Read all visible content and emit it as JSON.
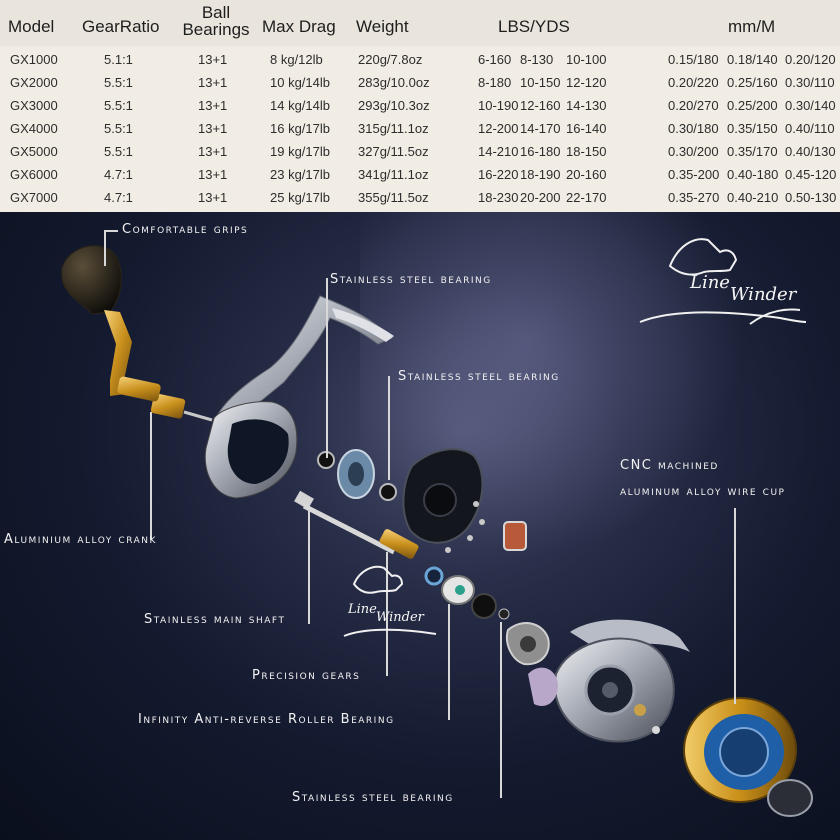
{
  "spec_table": {
    "headers": {
      "model": "Model",
      "gear_ratio": "GearRatio",
      "ball_bearings_1": "Ball",
      "ball_bearings_2": "Bearings",
      "max_drag": "Max Drag",
      "weight": "Weight",
      "lbs_yds": "LBS/YDS",
      "mm_m": "mm/M"
    },
    "rows": [
      {
        "model": "GX1000",
        "ratio": "5.1:1",
        "bearings": "13+1",
        "drag": "8 kg/12lb",
        "weight": "220g/7.8oz",
        "lbs1": "6-160",
        "lbs2": "8-130",
        "lbs3": "10-100",
        "mm1": "0.15/180",
        "mm2": "0.18/140",
        "mm3": "0.20/120"
      },
      {
        "model": "GX2000",
        "ratio": "5.5:1",
        "bearings": "13+1",
        "drag": "10 kg/14lb",
        "weight": "283g/10.0oz",
        "lbs1": "8-180",
        "lbs2": "10-150",
        "lbs3": "12-120",
        "mm1": "0.20/220",
        "mm2": "0.25/160",
        "mm3": "0.30/110"
      },
      {
        "model": "GX3000",
        "ratio": "5.5:1",
        "bearings": "13+1",
        "drag": "14 kg/14lb",
        "weight": "293g/10.3oz",
        "lbs1": "10-190",
        "lbs2": "12-160",
        "lbs3": "14-130",
        "mm1": "0.20/270",
        "mm2": "0.25/200",
        "mm3": "0.30/140"
      },
      {
        "model": "GX4000",
        "ratio": "5.5:1",
        "bearings": "13+1",
        "drag": "16 kg/17lb",
        "weight": "315g/11.1oz",
        "lbs1": "12-200",
        "lbs2": "14-170",
        "lbs3": "16-140",
        "mm1": "0.30/180",
        "mm2": "0.35/150",
        "mm3": "0.40/110"
      },
      {
        "model": "GX5000",
        "ratio": "5.5:1",
        "bearings": "13+1",
        "drag": "19 kg/17lb",
        "weight": "327g/11.5oz",
        "lbs1": "14-210",
        "lbs2": "16-180",
        "lbs3": "18-150",
        "mm1": "0.30/200",
        "mm2": "0.35/170",
        "mm3": "0.40/130"
      },
      {
        "model": "GX6000",
        "ratio": "4.7:1",
        "bearings": "13+1",
        "drag": "23 kg/17lb",
        "weight": "341g/11.1oz",
        "lbs1": "16-220",
        "lbs2": "18-190",
        "lbs3": "20-160",
        "mm1": "0.35-200",
        "mm2": "0.40-180",
        "mm3": "0.45-120"
      },
      {
        "model": "GX7000",
        "ratio": "4.7:1",
        "bearings": "13+1",
        "drag": "25 kg/17lb",
        "weight": "355g/11.5oz",
        "lbs1": "18-230",
        "lbs2": "20-200",
        "lbs3": "22-170",
        "mm1": "0.35-270",
        "mm2": "0.40-210",
        "mm3": "0.50-130"
      }
    ]
  },
  "labels": {
    "comfortable_grips": "Comfortable grips",
    "stainless_bearing_1": "Stainless steel bearing",
    "stainless_bearing_2": "Stainless steel bearing",
    "cnc_1": "CNC machined",
    "cnc_2": "aluminum alloy wire cup",
    "aluminium_crank": "Aluminium alloy crank",
    "main_shaft": "Stainless main shaft",
    "precision_gears": "Precision gears",
    "anti_reverse": "Infinity Anti-reverse Roller Bearing",
    "stainless_bearing_3": "Stainless steel bearing"
  },
  "logo": {
    "text_1": "Line",
    "text_2": "Winder"
  },
  "colors": {
    "gold": "#d9a42a",
    "blue": "#1f5fa8",
    "silver": "#c9ccd3"
  }
}
